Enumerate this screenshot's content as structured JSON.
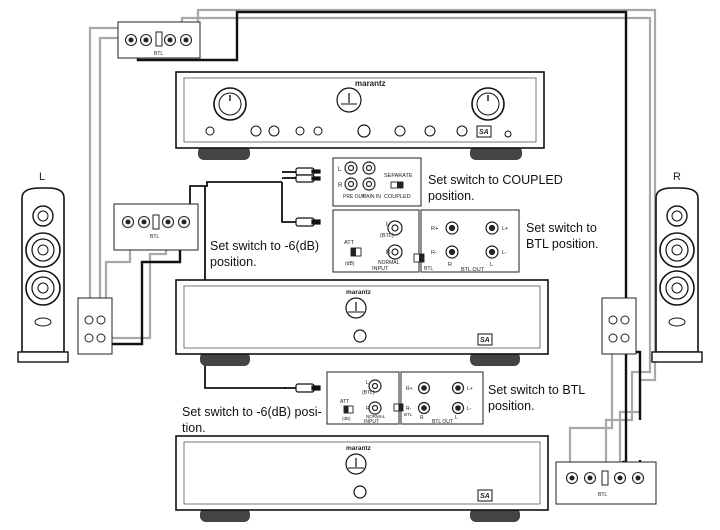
{
  "speaker_left_label": "L",
  "speaker_right_label": "R",
  "brand": "marantz",
  "annotations": {
    "coupled_line1": "Set switch to COUPLED",
    "coupled_line2": "position.",
    "btl_top_line1": "Set switch to",
    "btl_top_line2": "BTL position.",
    "att_top_line1": "Set switch to -6(dB)",
    "att_top_line2": "position.",
    "btl_bottom_line1": "Set switch to BTL",
    "btl_bottom_line2": "position.",
    "att_bottom_line1": "Set switch to -6(dB) posi-",
    "att_bottom_line2": "tion."
  },
  "preamp_panel": {
    "pre_out": "PRE OUT",
    "main_in": "MAIN IN",
    "separate": "SEPARATE",
    "coupled": "COUPLED",
    "l": "L",
    "r": "R"
  },
  "power_panel": {
    "btl": "(BTL)",
    "att": "ATT",
    "db": "(dB)",
    "normal": "NORMAL",
    "input": "INPUT",
    "btl_switch": "BTL",
    "btl_out": "BTL OUT",
    "l": "L",
    "r": "R",
    "r_plus": "R+",
    "r_minus": "R-",
    "l_plus": "L+",
    "l_minus": "L-"
  },
  "terminal_block": {
    "btl": "BTL"
  },
  "logo_mark": "SA"
}
